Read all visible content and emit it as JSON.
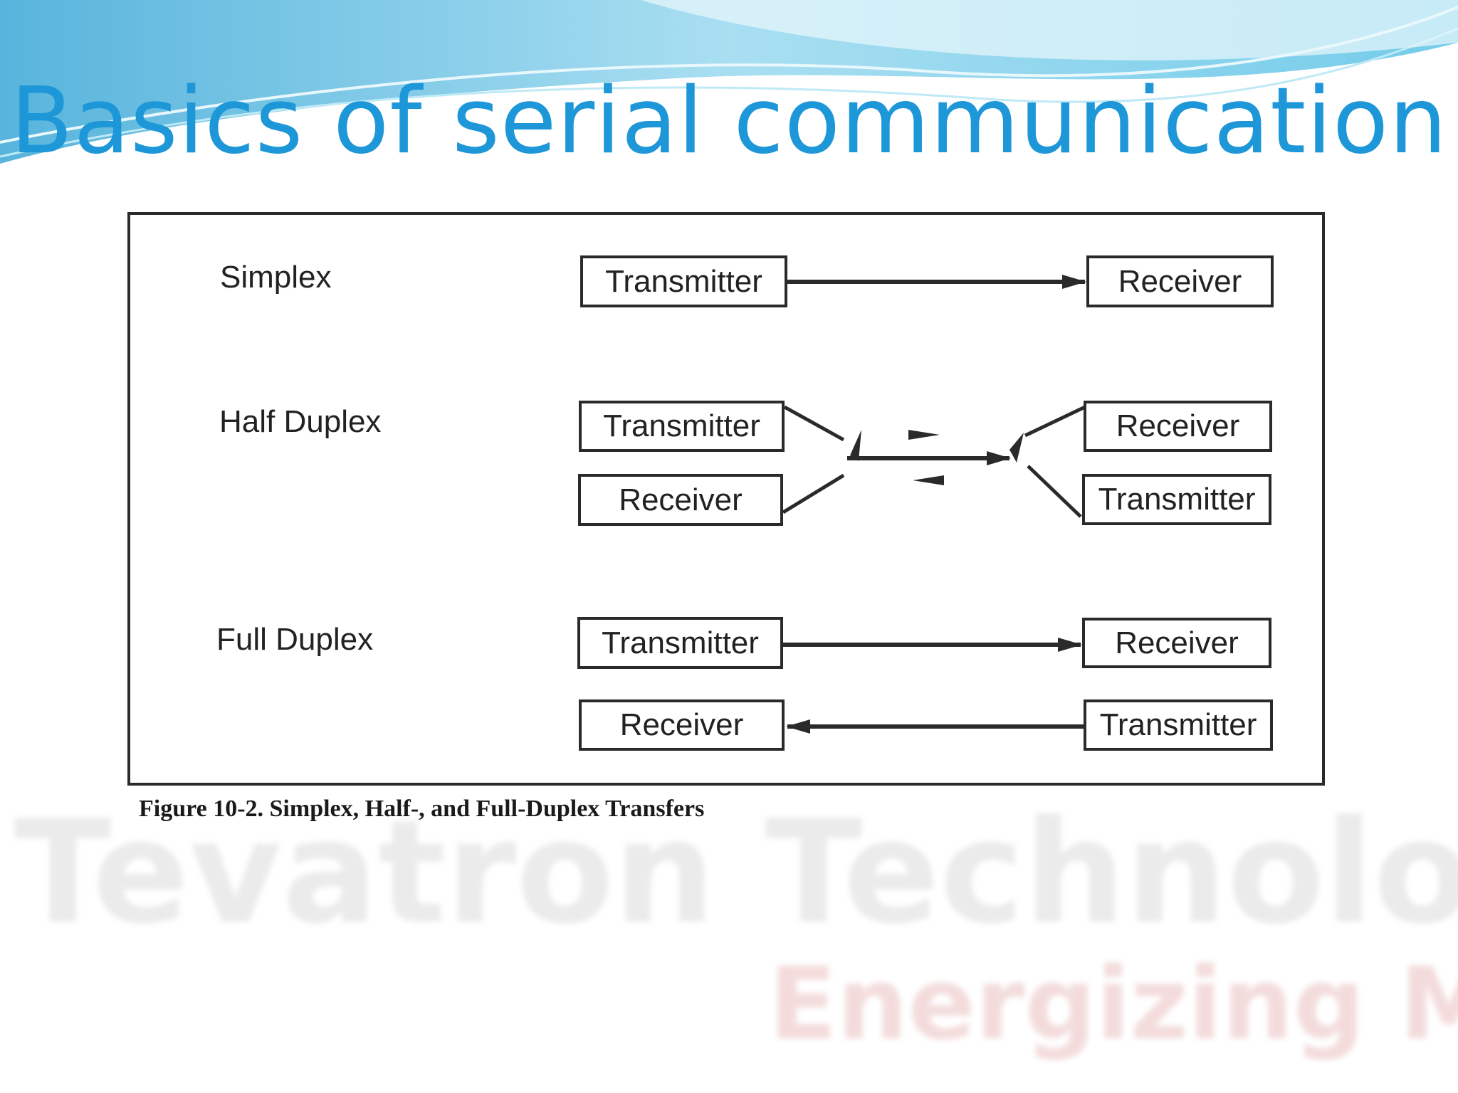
{
  "slide": {
    "title": "Basics of serial communication",
    "caption": "Figure 10-2. Simplex, Half-, and Full-Duplex Transfers"
  },
  "watermark": {
    "company": "Tevatron Technologies",
    "tagline": "Energizing Minds"
  },
  "diagram": {
    "simplex": {
      "label": "Simplex",
      "left_box": "Transmitter",
      "right_box": "Receiver"
    },
    "half_duplex": {
      "label": "Half Duplex",
      "left_top": "Transmitter",
      "left_bottom": "Receiver",
      "right_top": "Receiver",
      "right_bottom": "Transmitter"
    },
    "full_duplex": {
      "label": "Full Duplex",
      "left_top": "Transmitter",
      "left_bottom": "Receiver",
      "right_top": "Receiver",
      "right_bottom": "Transmitter"
    }
  },
  "colors": {
    "title": "#1e97d8",
    "header_wave": "#8fd3ea",
    "line": "#2a2a2a"
  }
}
